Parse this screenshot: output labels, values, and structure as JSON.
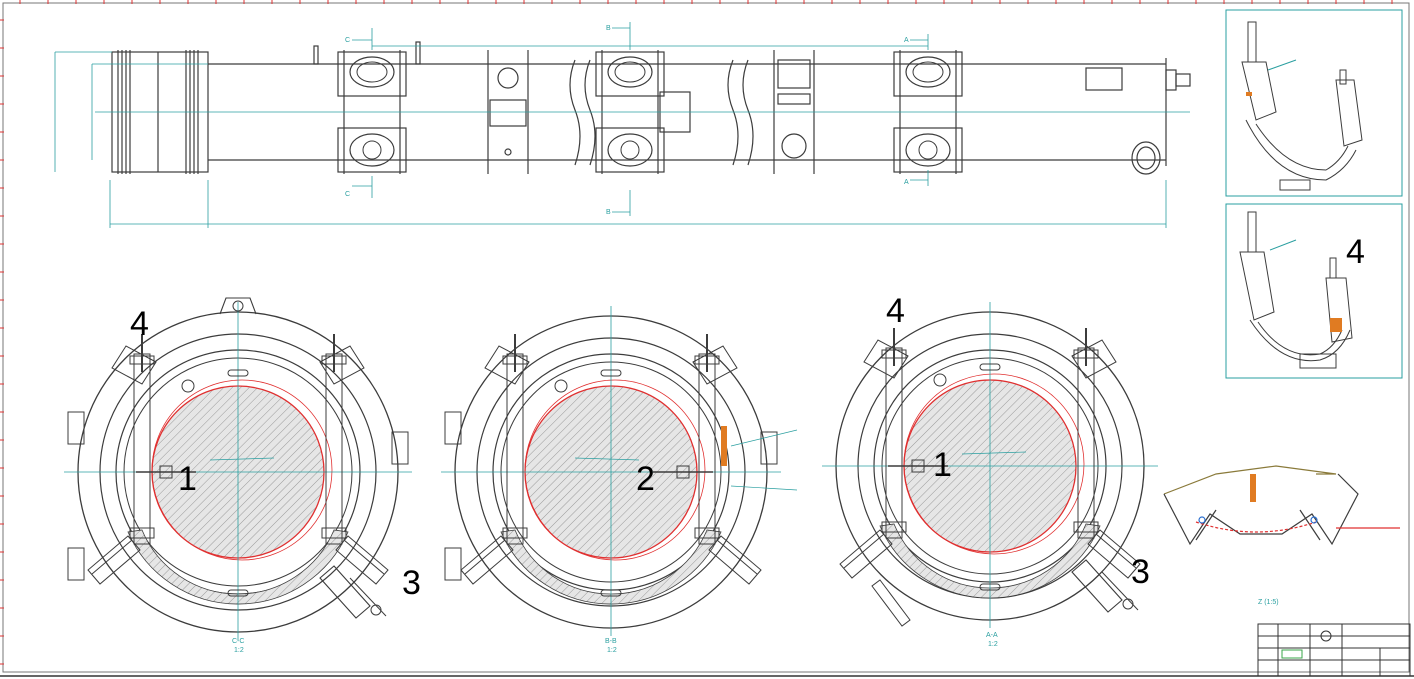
{
  "callouts": {
    "view_cc_4": "4",
    "view_cc_1": "1",
    "view_cc_3": "3",
    "view_bb_2": "2",
    "view_aa_4": "4",
    "view_aa_1": "1",
    "view_aa_3": "3",
    "iso_lower_4": "4"
  },
  "sections": {
    "cc_name": "C-C",
    "cc_scale": "1:2",
    "bb_name": "B-B",
    "bb_scale": "1:2",
    "aa_name": "A-A",
    "aa_scale": "1:2",
    "cut_c": "C",
    "cut_b": "B",
    "cut_a": "A",
    "detail_label": "Z (1:5)"
  },
  "colors": {
    "line": "#3c3c3c",
    "teal": "#2a9fa0",
    "red": "#e03030",
    "orange": "#e07b22",
    "hatch": "#8a8a8a",
    "fill": "#e4e4e4"
  }
}
